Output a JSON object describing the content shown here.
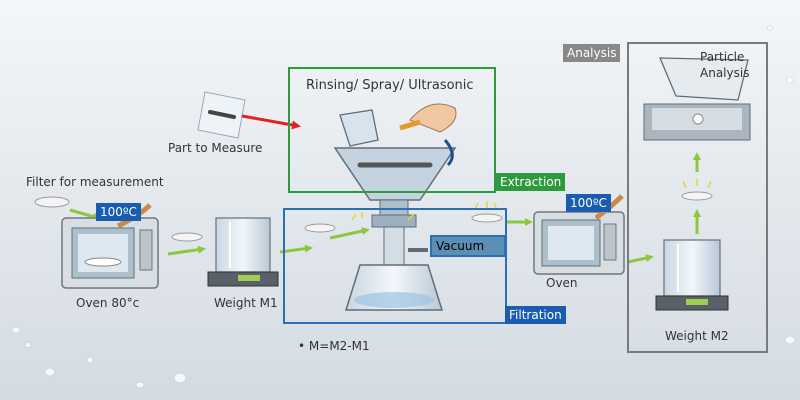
{
  "labels": {
    "part_to_measure": "Part to Measure",
    "filter_for_measurement": "Filter for measurement",
    "oven_80c": "Oven 80°c",
    "weight_m1": "Weight M1",
    "oven": "Oven",
    "weight_m2": "Weight M2",
    "particle_analysis_line1": "Particle",
    "particle_analysis_line2": "Analysis",
    "formula": "M=M2-M1"
  },
  "boxes": {
    "rinsing": "Rinsing/ Spray/ Ultrasonic",
    "analysis": "Analysis"
  },
  "tags": {
    "temp_left": "100ºC",
    "temp_right": "100ºC",
    "extraction": "Extraction",
    "vacuum": "Vacuum",
    "filtration": "Filtration"
  },
  "colors": {
    "extraction_green": "#2e9a3e",
    "filtration_blue": "#2a6fb8",
    "analysis_grey": "#7a7a7a",
    "flow_arrow": "#8fc640",
    "red_arrow": "#e02424",
    "tag_blue": "#1a5cb0",
    "vacuum_fill": "#5c8fb4"
  },
  "icons": [
    "oven-icon",
    "scale-icon",
    "filter-disc-icon",
    "part-bag-icon",
    "funnel-apparatus-icon",
    "microscope-icon",
    "hand-spray-icon"
  ]
}
